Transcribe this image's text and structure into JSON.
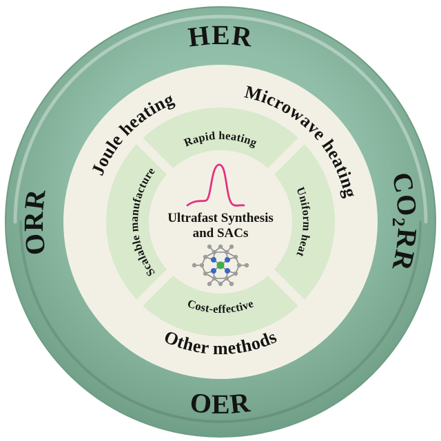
{
  "figure": {
    "outer_ring": {
      "top_label": "HER",
      "right_label_main": "CO",
      "right_label_sub": "2",
      "right_label_rest": "RR",
      "bottom_label": "OER",
      "left_label": "ORR"
    },
    "middle_ring": {
      "upper_left_label": "Joule heating",
      "upper_right_label": "Microwave heating",
      "bottom_label": "Other methods"
    },
    "inner_ring": {
      "top_label": "Rapid heating",
      "right_label": "Uniform heat",
      "bottom_label": "Cost-effective",
      "left_label": "Scalable manufacture"
    },
    "center": {
      "title_line1": "Ultrafast Synthesis",
      "title_line2": "and SACs"
    }
  },
  "colors": {
    "ring-green-light": "#a9d0bb",
    "ring-green": "#8fbda7",
    "ring-green-dark": "#7aa890",
    "ring-green-edge": "#6d9c84",
    "cream": "#f2f0e4",
    "quadrant-green": "#d8e9cc",
    "text-dark": "#141414",
    "curve-pink": "#e5307f",
    "atom-green": "#3fae4c",
    "atom-blue": "#3a66cc",
    "atom-gray": "#9d9d9d",
    "bond-gray": "#8b8b8b"
  }
}
